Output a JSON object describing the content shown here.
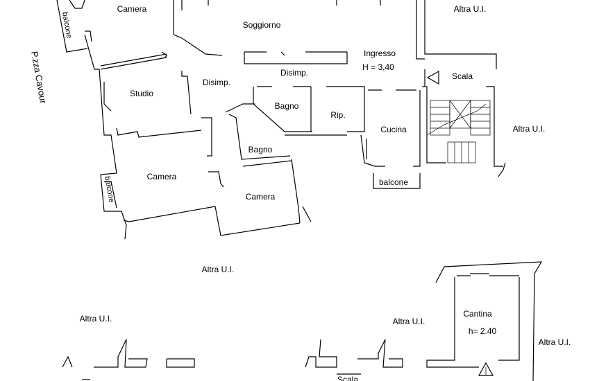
{
  "plan": {
    "street_label": "P.zza Cavour",
    "main_floor": {
      "rooms": {
        "camera_top": "Camera",
        "soggiorno": "Soggiorno",
        "ingresso": "Ingresso",
        "ingresso_height": "H = 3,40",
        "studio": "Studio",
        "disimp_left": "Disimp.",
        "disimp_center": "Disimp.",
        "bagno_upper": "Bagno",
        "ripostiglio": "Rip.",
        "cucina": "Cucina",
        "bagno_lower": "Bagno",
        "camera_left": "Camera",
        "camera_right": "Camera",
        "balcone_top": "balcone",
        "balcone_left": "balcone",
        "balcone_kitchen": "balcone",
        "scala": "Scala"
      },
      "other_units": {
        "top_right": "Altra U.I.",
        "right": "Altra U.I."
      }
    },
    "cellar_floor": {
      "rooms": {
        "cantina": "Cantina",
        "cantina_height": "h= 2.40",
        "scala": "Scala"
      },
      "other_units": {
        "center": "Altra U.I.",
        "left": "Altra U.I.",
        "middle": "Altra U.I.",
        "right": "Altra U.I."
      }
    }
  }
}
